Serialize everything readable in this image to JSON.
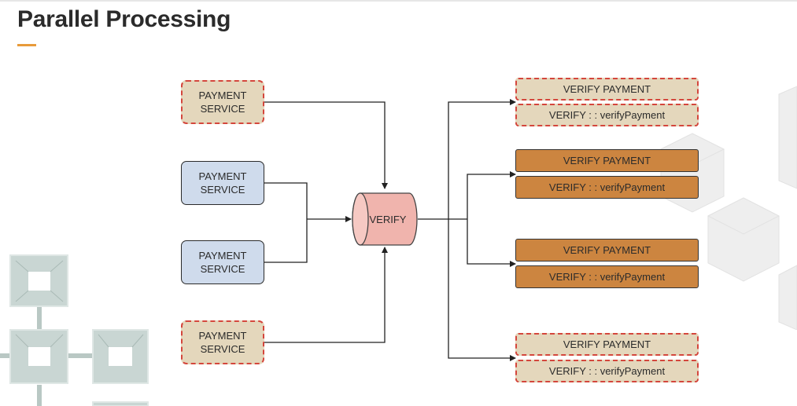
{
  "slide": {
    "title": "Parallel Processing"
  },
  "colors": {
    "accent": "#e89b3a",
    "tan": "#e4d7bc",
    "dashed_border": "#d4463c",
    "blue": "#cfdbec",
    "orange": "#cc8540",
    "cylinder": "#f0b4ad"
  },
  "sources": [
    {
      "label": "PAYMENT\nSERVICE",
      "style": "tan-dashed"
    },
    {
      "label": "PAYMENT\nSERVICE",
      "style": "blue-solid"
    },
    {
      "label": "PAYMENT\nSERVICE",
      "style": "blue-solid"
    },
    {
      "label": "PAYMENT\nSERVICE",
      "style": "tan-dashed"
    }
  ],
  "hub": {
    "label": "VERIFY",
    "shape": "cylinder"
  },
  "targets": [
    {
      "name": "VERIFY PAYMENT",
      "method": "VERIFY : : verifyPayment",
      "style": "tan-dashed"
    },
    {
      "name": "VERIFY PAYMENT",
      "method": "VERIFY : : verifyPayment",
      "style": "orange-solid"
    },
    {
      "name": "VERIFY PAYMENT",
      "method": "VERIFY : : verifyPayment",
      "style": "orange-solid"
    },
    {
      "name": "VERIFY PAYMENT",
      "method": "VERIFY : : verifyPayment",
      "style": "tan-dashed"
    }
  ]
}
